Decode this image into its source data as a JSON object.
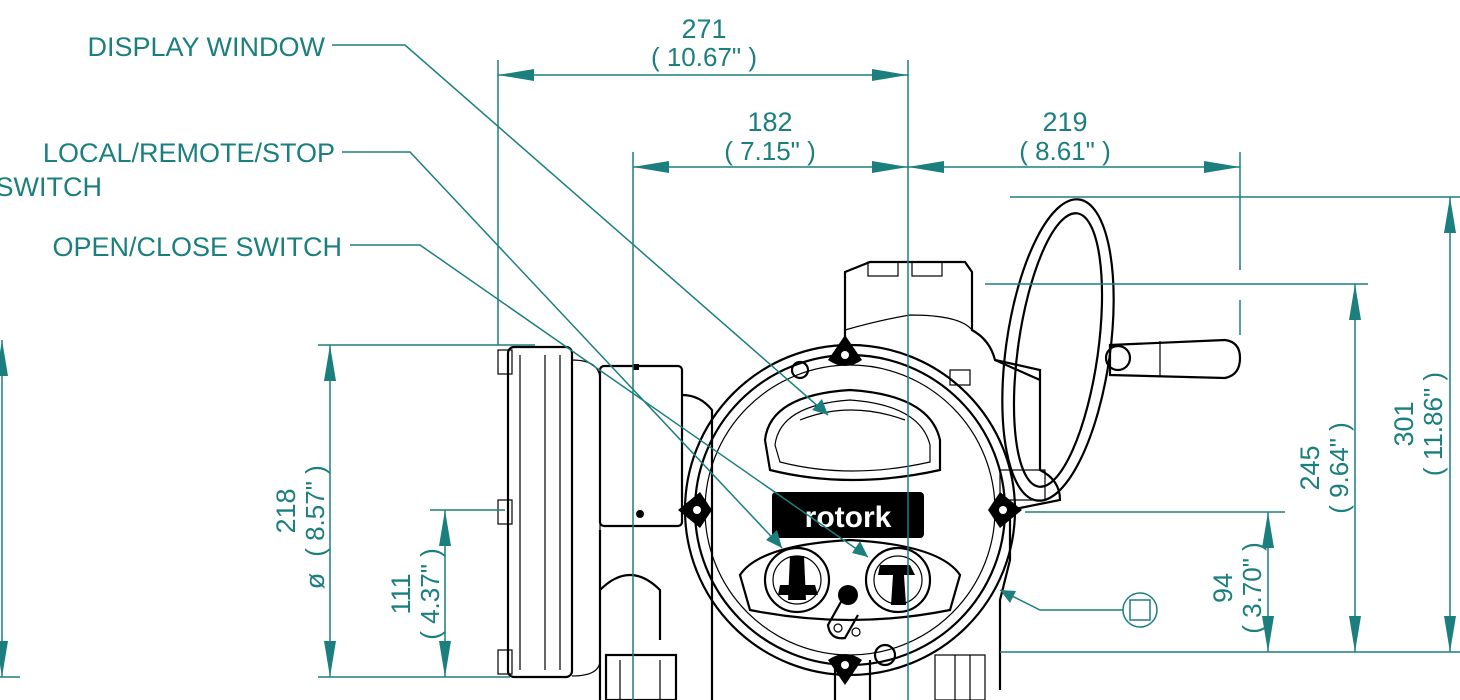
{
  "colors": {
    "dimension": "#1b7f7e",
    "outline": "#000000",
    "background": "#ffffff"
  },
  "callouts": {
    "display_window": "DISPLAY WINDOW",
    "local_remote_stop_line1": "LOCAL/REMOTE/STOP",
    "local_remote_stop_line2": "SWITCH",
    "open_close": "OPEN/CLOSE SWITCH"
  },
  "brand": {
    "logo_text": "rotork"
  },
  "dimensions": {
    "overall_width": {
      "value": "271",
      "inch": "( 10.67\" )"
    },
    "center_left": {
      "value": "182",
      "inch": "( 7.15\" )"
    },
    "center_right": {
      "value": "219",
      "inch": "( 8.61\" )"
    },
    "diameter": {
      "prefix": "ø",
      "value": "218",
      "inch": "( 8.57\" )"
    },
    "left_height": {
      "value": "111",
      "inch": "( 4.37\" )"
    },
    "base_height": {
      "value": "94",
      "inch": "( 3.70\" )"
    },
    "mid_height": {
      "value": "245",
      "inch": "( 9.64\" )"
    },
    "overall_height": {
      "value": "301",
      "inch": "( 11.86\" )"
    }
  },
  "symbols": {
    "square_marker": "square-in-circle-icon"
  }
}
